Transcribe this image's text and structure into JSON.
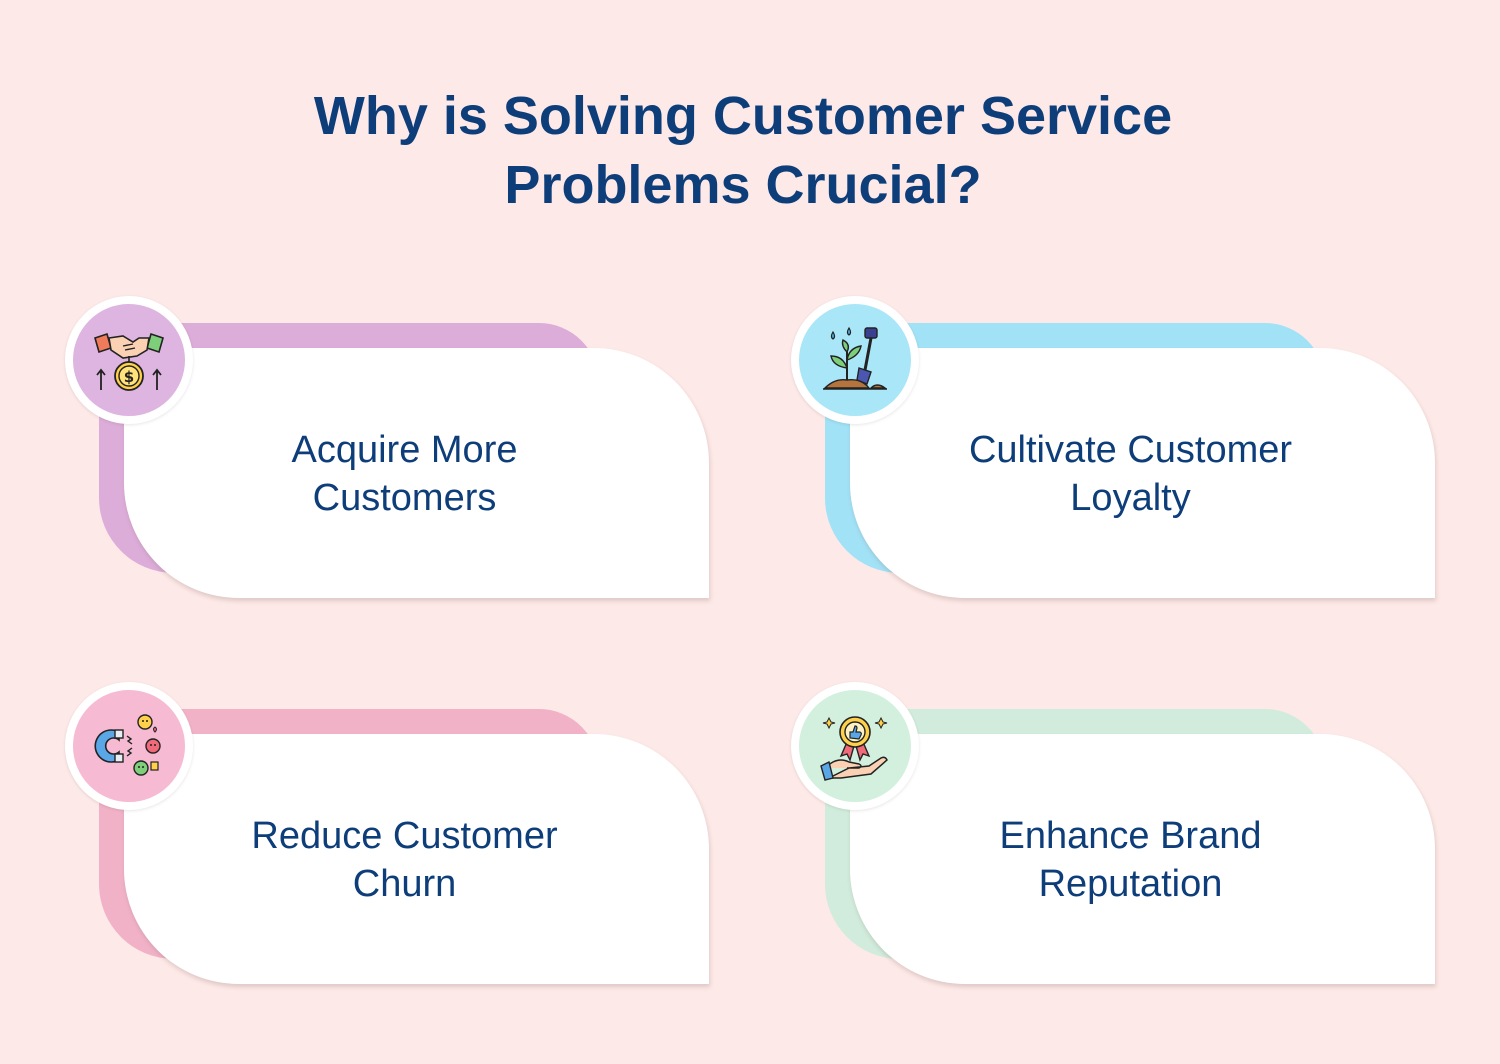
{
  "title": {
    "line1": "Why is Solving Customer Service",
    "line2": "Problems Crucial?"
  },
  "cards": [
    {
      "line1": "Acquire More",
      "line2": "Customers",
      "icon": "handshake-money-icon",
      "color": "#ddadd9",
      "badge_color": "#ddb5e0"
    },
    {
      "line1": "Cultivate Customer",
      "line2": "Loyalty",
      "icon": "plant-shovel-icon",
      "color": "#a2e2f6",
      "badge_color": "#a9e6f8"
    },
    {
      "line1": "Reduce Customer",
      "line2": "Churn",
      "icon": "magnet-attract-icon",
      "color": "#f1b2c8",
      "badge_color": "#f6bad3"
    },
    {
      "line1": "Enhance Brand",
      "line2": "Reputation",
      "icon": "hand-badge-icon",
      "color": "#d1ecdc",
      "badge_color": "#d3f0df"
    }
  ]
}
